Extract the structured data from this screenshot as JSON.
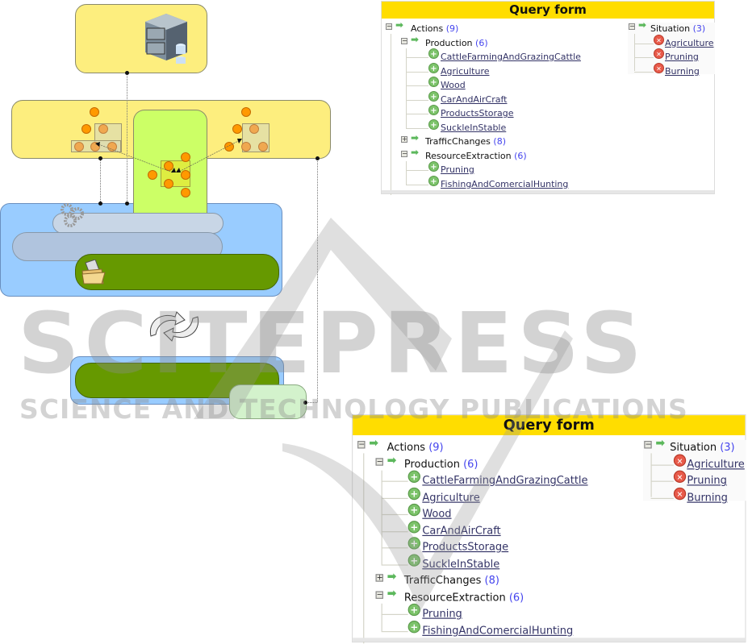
{
  "watermark": {
    "title": "SCITEPRESS",
    "subtitle": "SCIENCE AND TECHNOLOGY PUBLICATIONS"
  },
  "colors": {
    "yellow_layer": "#fdee7e",
    "green_column": "#ccff66",
    "blue_layer": "#99ccff",
    "dark_green": "#669900",
    "light_green": "#d3f2cc",
    "header": "#ffdd00"
  },
  "query_form": {
    "title": "Query form",
    "actions": {
      "label": "Actions",
      "count": "(9)",
      "groups": [
        {
          "label": "Production",
          "count": "(6)",
          "expanded": true,
          "items": [
            "CattleFarmingAndGrazingCattle",
            "Agriculture",
            "Wood",
            "CarAndAirCraft",
            "ProductsStorage",
            "SuckleInStable"
          ]
        },
        {
          "label": "TrafficChanges",
          "count": "(8)",
          "expanded": false,
          "items": []
        },
        {
          "label": "ResourceExtraction",
          "count": "(6)",
          "expanded": true,
          "items": [
            "Pruning",
            "FishingAndComercialHunting"
          ]
        }
      ]
    },
    "situation": {
      "label": "Situation",
      "count": "(3)",
      "items": [
        "Agriculture",
        "Pruning",
        "Burning"
      ]
    }
  }
}
